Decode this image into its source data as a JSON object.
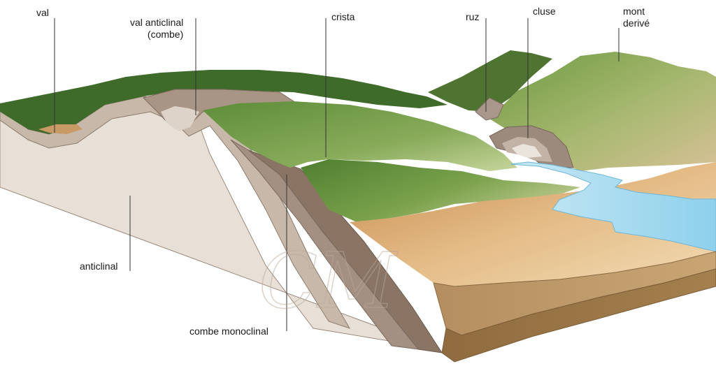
{
  "labels": {
    "val": "val",
    "val_anticlinal": [
      "val anticlinal",
      "(combe)"
    ],
    "crista": "crista",
    "ruz": "ruz",
    "cluse": "cluse",
    "mont_derive": [
      "mont",
      "derivé"
    ],
    "anticlinal": "anticlinal",
    "combe_monoclinal": "combe monoclinal"
  },
  "watermark": "CM",
  "colors": {
    "forest_dark": "#3f6b2c",
    "forest": "#5f8f3a",
    "meadow_light": "#c9d79a",
    "bedrock_light": "#e6ddd2",
    "layer_mid": "#b6a395",
    "layer_dark": "#7d6a5c",
    "plain_sand": "#e5bc86",
    "plain_brown": "#a57b47",
    "river": "#a9dcef"
  }
}
